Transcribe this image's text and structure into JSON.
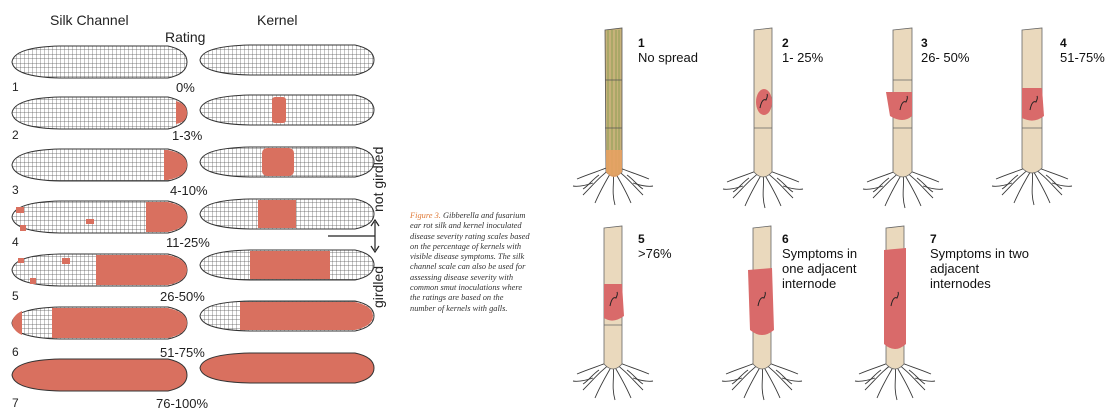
{
  "headers": {
    "silk": "Silk Channel",
    "rating": "Rating",
    "kernel": "Kernel"
  },
  "rows": [
    {
      "num": "1",
      "pct": "0%"
    },
    {
      "num": "2",
      "pct": "1-3%"
    },
    {
      "num": "3",
      "pct": "4-10%"
    },
    {
      "num": "4",
      "pct": "11-25%"
    },
    {
      "num": "5",
      "pct": "26-50%"
    },
    {
      "num": "6",
      "pct": "51-75%"
    },
    {
      "num": "7",
      "pct": "76-100%"
    }
  ],
  "side_labels": {
    "not_girdled": "not girdled",
    "girdled": "girdled"
  },
  "caption": {
    "figure": "Figure 3.",
    "text": "Gibberella and fusarium ear rot silk and kernel inoculated disease severity rating scales based on the percentage of kernels with visible disease symptoms. The silk channel scale can also be used for assessing disease severity with common smut inoculations where the ratings are based on the number of kernels with galls."
  },
  "stalks": [
    {
      "num": "1",
      "label": "No spread"
    },
    {
      "num": "2",
      "label": "1- 25%"
    },
    {
      "num": "3",
      "label": "26- 50%"
    },
    {
      "num": "4",
      "label": "51-75%"
    },
    {
      "num": "5",
      "label": ">76%"
    },
    {
      "num": "6",
      "label": "Symptoms in one adjacent internode"
    },
    {
      "num": "7",
      "label": "Symptoms in two adjacent internodes"
    }
  ],
  "colors": {
    "disease": "#d9705f",
    "kernel_grid": "#444444",
    "stalk": "#e8d6b8",
    "lesion": "#d96a6a"
  }
}
